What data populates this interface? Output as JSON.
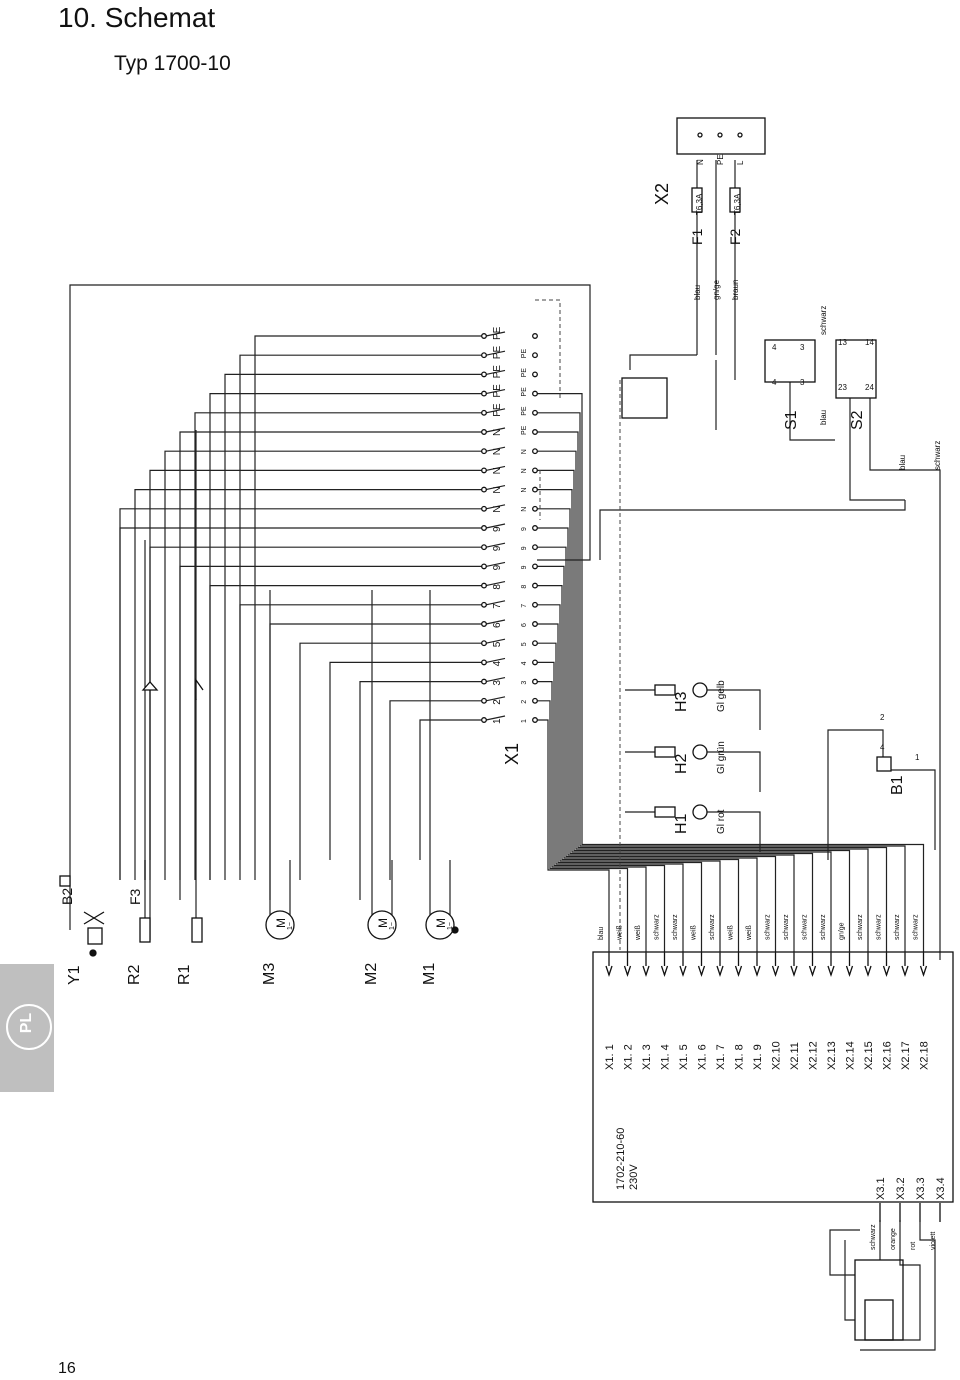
{
  "page": {
    "title": "10.  Schemat",
    "subtitle": "Typ 1700-10",
    "language_tab": "PL",
    "page_number": "16"
  },
  "controller": {
    "model": "1702-210-60",
    "voltage": "230V",
    "x3_pins": [
      {
        "label": "X3.1",
        "wire": "schwarz"
      },
      {
        "label": "X3.2",
        "wire": "orange"
      },
      {
        "label": "X3.3",
        "wire": "rot"
      },
      {
        "label": "X3.4",
        "wire": "violett"
      }
    ],
    "pins": [
      {
        "label": "X1. 1",
        "wire": "blau"
      },
      {
        "label": "X1. 2",
        "wire": "weiß"
      },
      {
        "label": "X1. 3",
        "wire": "weiß"
      },
      {
        "label": "X1. 4",
        "wire": "schwarz"
      },
      {
        "label": "X1. 5",
        "wire": "schwarz"
      },
      {
        "label": "X1. 6",
        "wire": "weiß"
      },
      {
        "label": "X1. 7",
        "wire": "schwarz"
      },
      {
        "label": "X1. 8",
        "wire": "weiß"
      },
      {
        "label": "X1. 9",
        "wire": "weiß"
      },
      {
        "label": "X2.10",
        "wire": "schwarz"
      },
      {
        "label": "X2.11",
        "wire": "schwarz"
      },
      {
        "label": "X2.12",
        "wire": "schwarz"
      },
      {
        "label": "X2.13",
        "wire": "schwarz"
      },
      {
        "label": "X2.14",
        "wire": "gn/ge"
      },
      {
        "label": "X2.15",
        "wire": "schwarz"
      },
      {
        "label": "X2.16",
        "wire": "schwarz"
      },
      {
        "label": "X2.17",
        "wire": "schwarz"
      },
      {
        "label": "X2.18",
        "wire": "schwarz"
      }
    ]
  },
  "components": {
    "y1": "Y1",
    "b2": "B2",
    "r2": "R2",
    "f3": "F3",
    "r1": "R1",
    "m3": "M3",
    "m2": "M2",
    "m1": "M1",
    "motor_symbol": "M",
    "motor_phase": "1~",
    "h1": "H1",
    "h2": "H2",
    "h3": "H3",
    "h1_lamp": "Gl rot",
    "h2_lamp": "Gl grün",
    "h3_lamp": "Gl gelb",
    "b1": "B1",
    "b1_pins": [
      "4",
      "1",
      "2"
    ],
    "s1": "S1",
    "s2": "S2",
    "x1": "X1",
    "x2": "X2",
    "f1": "F1",
    "f2": "F2",
    "fuse_rating": "T6,3A"
  },
  "terminal_x1": {
    "top_labels": [
      "1",
      "2",
      "3",
      "4",
      "5",
      "6",
      "7",
      "8",
      "9",
      "9",
      "9",
      "N",
      "N",
      "N",
      "N",
      "N",
      "PE",
      "PE",
      "PE",
      "PE",
      "PE"
    ],
    "bottom_labels": [
      "1",
      "2",
      "3",
      "4",
      "5",
      "6",
      "7",
      "8",
      "9",
      "9",
      "9",
      "N",
      "N",
      "N",
      "N",
      "PE",
      "PE",
      "PE",
      "PE",
      "PE"
    ]
  },
  "supply": {
    "wires": [
      "blau",
      "gn/ge",
      "braun"
    ],
    "terminals": [
      "N",
      "PE",
      "L"
    ]
  },
  "switches": {
    "s1_contacts": [
      "4",
      "3",
      "4",
      "3"
    ],
    "s2_contacts": [
      "23",
      "24",
      "13",
      "14"
    ],
    "wires": {
      "s1_top": "schwarz",
      "s2_side": "blau",
      "s2_out_blue": "blau",
      "s2_out_black": "schwarz"
    }
  }
}
